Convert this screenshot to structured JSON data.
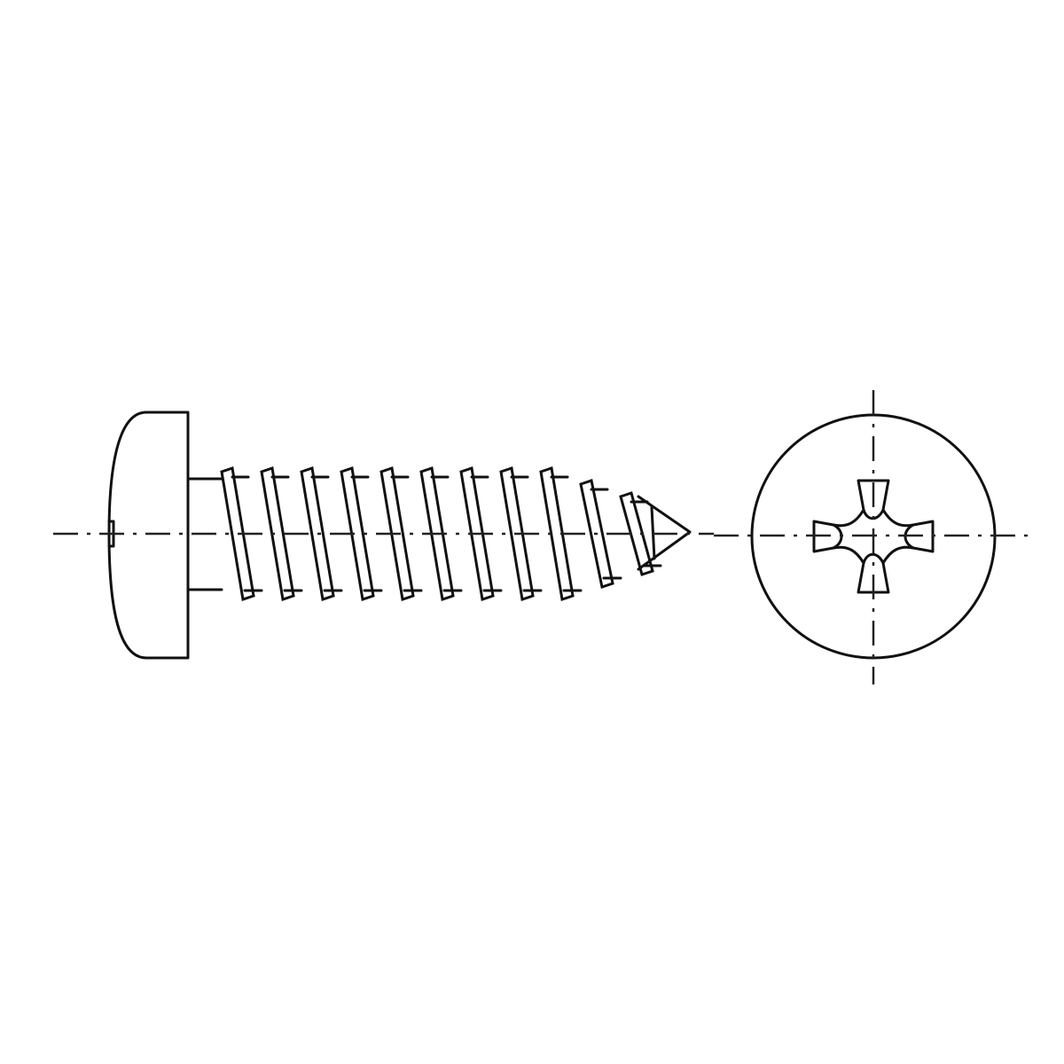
{
  "drawing": {
    "subject": "pan-head-phillips-tapping-screw",
    "views": [
      "side-view",
      "end-view"
    ],
    "colors": {
      "line": "#111111",
      "background": "#ffffff"
    },
    "thread_count_visible": 11
  }
}
